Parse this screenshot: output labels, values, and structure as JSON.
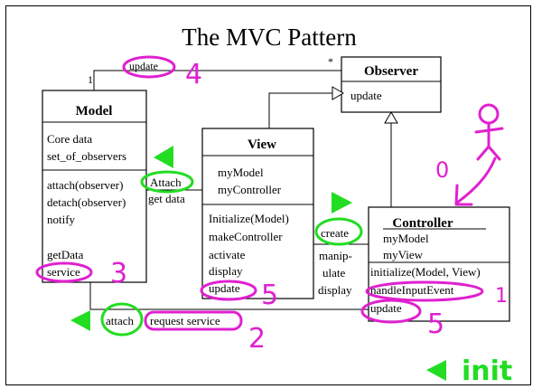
{
  "title": "The MVC Pattern",
  "classes": {
    "observer": {
      "name": "Observer",
      "ops": [
        "update"
      ]
    },
    "model": {
      "name": "Model",
      "attrs": [
        "Core data",
        "set_of_observers"
      ],
      "ops": [
        "attach(observer)",
        "detach(observer)",
        "notify",
        "",
        "getData",
        "service"
      ]
    },
    "view": {
      "name": "View",
      "attrs": [
        "myModel",
        "myController"
      ],
      "ops": [
        "Initialize(Model)",
        "makeController",
        "activate",
        "display",
        "update"
      ]
    },
    "controller": {
      "name": "Controller",
      "attrs": [
        "myModel",
        "myView"
      ],
      "ops": [
        "initialize(Model, View)",
        "handleInputEvent",
        "update"
      ]
    }
  },
  "associations": {
    "model_observer": {
      "label": "update",
      "mult_left": "1",
      "mult_right": "*"
    },
    "view_model": {
      "label_top": "Attach",
      "label_bottom": "get data"
    },
    "controller_view": {
      "label_create": "create",
      "label_lines": [
        "manip-",
        "ulate",
        "display"
      ]
    },
    "controller_model": {
      "label_attach": "attach",
      "label_service": "request service"
    }
  },
  "annotations": {
    "numbers": [
      "4",
      "3",
      "5",
      "5",
      "1",
      "2",
      "0"
    ],
    "legend_label": "init",
    "colors": {
      "magenta": "#e020d0",
      "green": "#22dd22"
    }
  }
}
